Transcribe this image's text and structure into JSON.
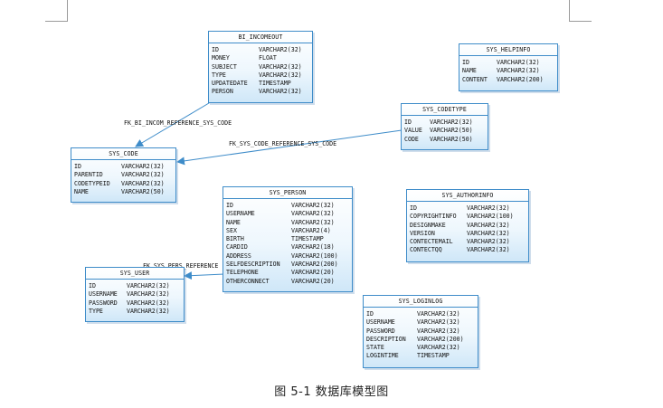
{
  "entities": [
    {
      "title": "BI_INCOMEOUT",
      "cols": [
        [
          "ID",
          "VARCHAR2(32)"
        ],
        [
          "MONEY",
          "FLOAT"
        ],
        [
          "SUBJECT",
          "VARCHAR2(32)"
        ],
        [
          "TYPE",
          "VARCHAR2(32)"
        ],
        [
          "UPDATEDATE",
          "TIMESTAMP"
        ],
        [
          "PERSON",
          "VARCHAR2(32)"
        ]
      ]
    },
    {
      "title": "SYS_HELPINFO",
      "cols": [
        [
          "ID",
          "VARCHAR2(32)"
        ],
        [
          "NAME",
          "VARCHAR2(32)"
        ],
        [
          "CONTENT",
          "VARCHAR2(200)"
        ]
      ]
    },
    {
      "title": "SYS_CODETYPE",
      "cols": [
        [
          "ID",
          "VARCHAR2(32)"
        ],
        [
          "VALUE",
          "VARCHAR2(50)"
        ],
        [
          "CODE",
          "VARCHAR2(50)"
        ]
      ]
    },
    {
      "title": "SYS_CODE",
      "cols": [
        [
          "ID",
          "VARCHAR2(32)"
        ],
        [
          "PARENTID",
          "VARCHAR2(32)"
        ],
        [
          "CODETYPEID",
          "VARCHAR2(32)"
        ],
        [
          "NAME",
          "VARCHAR2(50)"
        ]
      ]
    },
    {
      "title": "SYS_PERSON",
      "cols": [
        [
          "ID",
          "VARCHAR2(32)"
        ],
        [
          "USERNAME",
          "VARCHAR2(32)"
        ],
        [
          "NAME",
          "VARCHAR2(32)"
        ],
        [
          "SEX",
          "VARCHAR2(4)"
        ],
        [
          "BIRTH",
          "TIMESTAMP"
        ],
        [
          "CARDID",
          "VARCHAR2(18)"
        ],
        [
          "ADDRESS",
          "VARCHAR2(100)"
        ],
        [
          "SELFDESCRIPTION",
          "VARCHAR2(200)"
        ],
        [
          "TELEPHONE",
          "VARCHAR2(20)"
        ],
        [
          "OTHERCONNECT",
          "VARCHAR2(20)"
        ]
      ]
    },
    {
      "title": "SYS_AUTHORINFO",
      "cols": [
        [
          "ID",
          "VARCHAR2(32)"
        ],
        [
          "COPYRIGHTINFO",
          "VARCHAR2(100)"
        ],
        [
          "DESIGNMAKE",
          "VARCHAR2(32)"
        ],
        [
          "VERSION",
          "VARCHAR2(32)"
        ],
        [
          "CONTECTEMAIL",
          "VARCHAR2(32)"
        ],
        [
          "CONTECTQQ",
          "VARCHAR2(32)"
        ]
      ]
    },
    {
      "title": "SYS_USER",
      "cols": [
        [
          "ID",
          "VARCHAR2(32)"
        ],
        [
          "USERNAME",
          "VARCHAR2(32)"
        ],
        [
          "PASSWORD",
          "VARCHAR2(32)"
        ],
        [
          "TYPE",
          "VARCHAR2(32)"
        ]
      ]
    },
    {
      "title": "SYS_LOGINLOG",
      "cols": [
        [
          "ID",
          "VARCHAR2(32)"
        ],
        [
          "USERNAME",
          "VARCHAR2(32)"
        ],
        [
          "PASSWORD",
          "VARCHAR2(32)"
        ],
        [
          "DESCRIPTION",
          "VARCHAR2(200)"
        ],
        [
          "STATE",
          "VARCHAR2(32)"
        ],
        [
          "LOGINTIME",
          "TIMESTAMP"
        ]
      ]
    }
  ],
  "relations": [
    {
      "label": "FK_BI_INCOM_REFERENCE_SYS_CODE"
    },
    {
      "label": "FK_SYS_CODE_REFERENCE_SYS_CODE"
    },
    {
      "label": "FK_SYS_PERS_REFERENCE"
    }
  ],
  "caption": "图 5-1 数据库模型图",
  "colors": {
    "border": "#3e8cc9",
    "fill_top": "#ffffff",
    "fill_bottom": "#cfe7f8",
    "link": "#3e8cc9"
  }
}
